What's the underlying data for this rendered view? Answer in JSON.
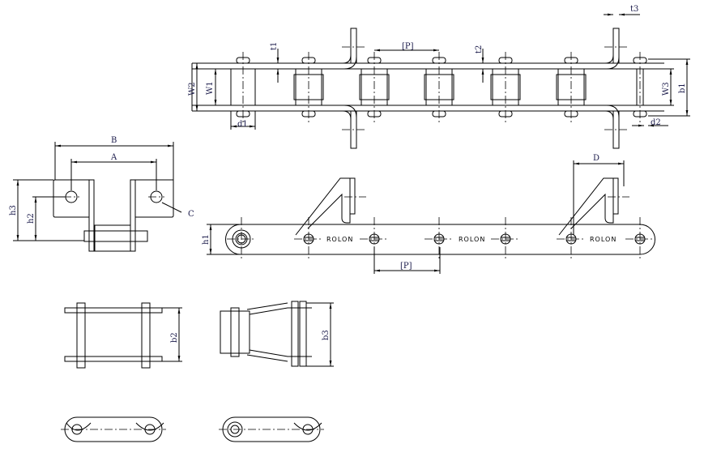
{
  "title": "Roller chain with bent attachments - dimension drawing",
  "top_view": {
    "t1": "t1",
    "pitch": "[P]",
    "t2": "t2",
    "t3": "t3",
    "W2": "W2",
    "W1": "W1",
    "W3": "W3",
    "b1": "b1",
    "d1": "d1",
    "d2": "d2"
  },
  "end_view": {
    "B": "B",
    "A": "A",
    "C": "C",
    "h3": "h3",
    "h2": "h2"
  },
  "side_view": {
    "D": "D",
    "h1": "h1",
    "pitch": "[P]",
    "logo": "ROLON"
  },
  "small_views": {
    "b2": "b2",
    "b3": "b3"
  }
}
